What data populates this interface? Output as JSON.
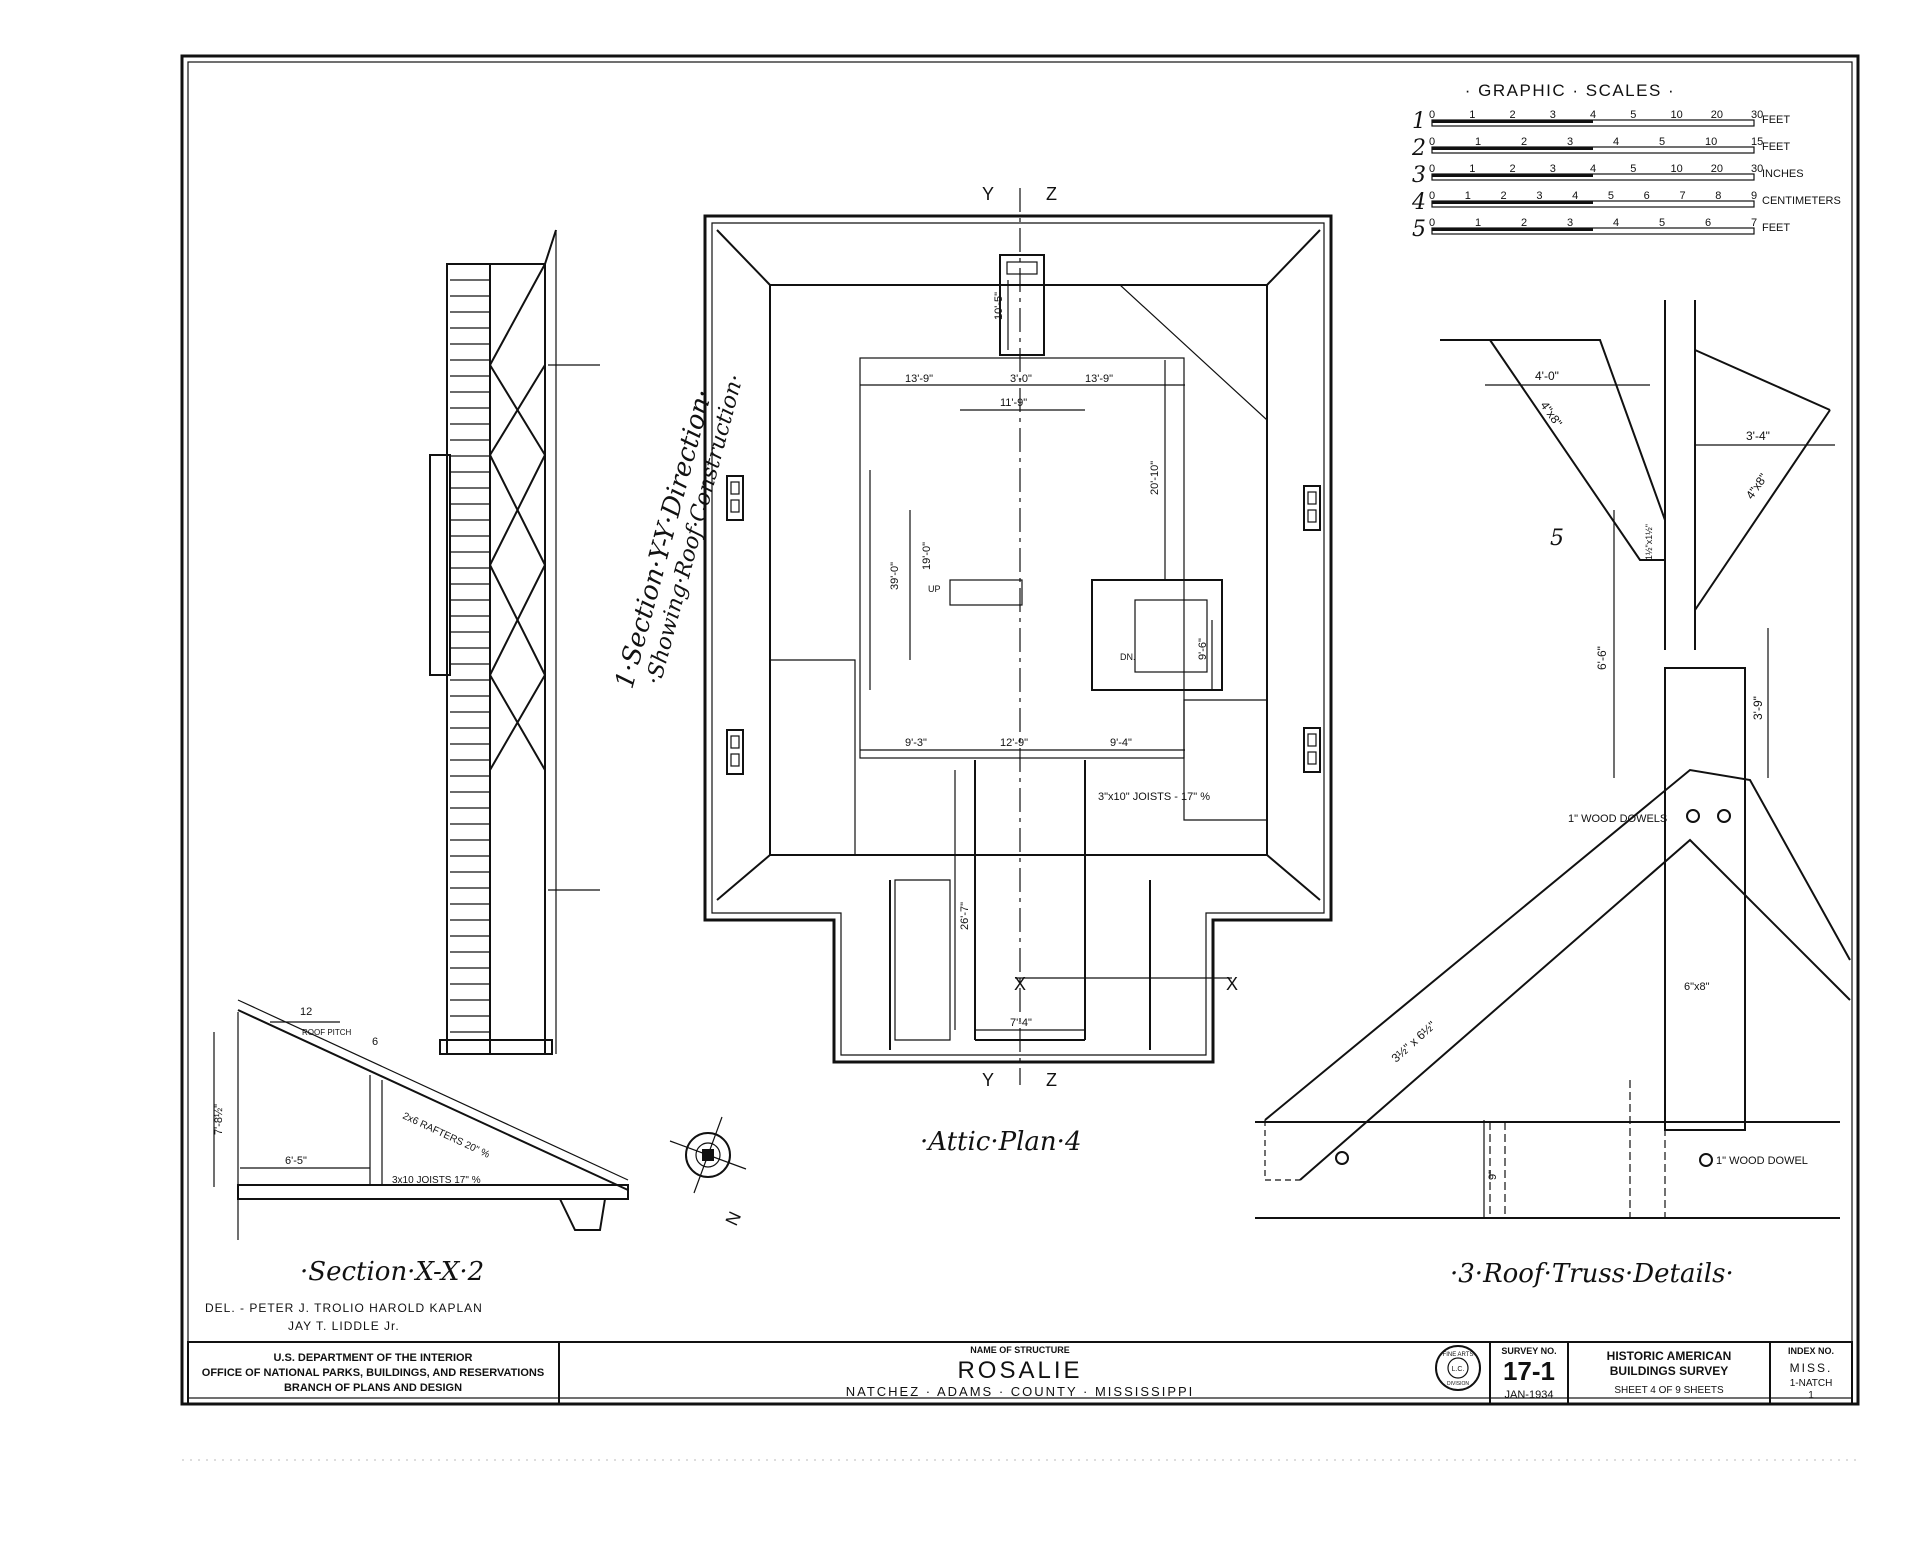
{
  "graphic_scales": {
    "title": "· GRAPHIC · SCALES ·",
    "rows": [
      {
        "num": "1",
        "ticks": [
          "0",
          "1",
          "2",
          "3",
          "4",
          "5",
          "10",
          "20",
          "30"
        ],
        "unit": "FEET"
      },
      {
        "num": "2",
        "ticks": [
          "0",
          "1",
          "2",
          "3",
          "4",
          "5",
          "10",
          "15"
        ],
        "unit": "FEET"
      },
      {
        "num": "3",
        "ticks": [
          "0",
          "1",
          "2",
          "3",
          "4",
          "5",
          "10",
          "20",
          "30"
        ],
        "unit": "INCHES"
      },
      {
        "num": "4",
        "ticks": [
          "0",
          "1",
          "2",
          "3",
          "4",
          "5",
          "6",
          "7",
          "8",
          "9"
        ],
        "unit": "CENTIMETERS"
      },
      {
        "num": "5",
        "ticks": [
          "0",
          "1",
          "2",
          "3",
          "4",
          "5",
          "6",
          "7"
        ],
        "unit": "FEET"
      }
    ]
  },
  "section_yy": {
    "title": "1·Section·Y-Y·Direction·",
    "subtitle": "·Showing·Roof·Construction·"
  },
  "attic_plan": {
    "title": "·Attic·Plan·4",
    "axis_y": "Y",
    "axis_z": "Z",
    "axis_x": "X",
    "labels": {
      "up": "UP",
      "dn": "DN.",
      "joists": "3\"x10\" JOISTS - 17\" %"
    },
    "dimensions": [
      "10'-5\"",
      "13'-9\"",
      "3'-0\"",
      "13'-9\"",
      "11'-9\"",
      "20'-10\"",
      "39'-0\"",
      "19'-0\"",
      "9'-6\"",
      "9'-3\"",
      "12'-9\"",
      "9'-4\"",
      "26'-7\"",
      "7'-4\""
    ]
  },
  "section_xx": {
    "title": "·Section·X-X·2",
    "labels": {
      "pitch_run": "12",
      "pitch_rise": "6",
      "roof_pitch": "ROOF PITCH",
      "height": "7'-8½\"",
      "width": "6'-5\"",
      "rafters": "2x6 RAFTERS 20\" %",
      "joists": "3x10 JOISTS 17\" %"
    }
  },
  "truss_details": {
    "title": "·3·Roof·Truss·Details·",
    "marker": "5",
    "labels": {
      "d1": "4'-0\"",
      "d2": "3'-4\"",
      "m1": "4\"x8\"",
      "m2": "4\"x8\"",
      "m3": "1½\"x1½\"",
      "d3": "6'-6\"",
      "d4": "3'-9\"",
      "dowels1": "1\" WOOD DOWELS",
      "m4": "6\"x8\"",
      "m5": "3½\" x 6½\"",
      "d5": "9\"",
      "dowel2": "1\" WOOD DOWEL"
    }
  },
  "credits": {
    "line1": "DEL. - PETER J. TROLIO   HAROLD KAPLAN",
    "line2": "JAY T. LIDDLE Jr."
  },
  "title_block": {
    "agency_line1": "U.S. DEPARTMENT OF THE INTERIOR",
    "agency_line2": "OFFICE OF NATIONAL PARKS, BUILDINGS, AND RESERVATIONS",
    "agency_line3": "BRANCH OF PLANS AND DESIGN",
    "name_label": "NAME OF STRUCTURE",
    "name": "ROSALIE",
    "location": "NATCHEZ · ADAMS · COUNTY · MISSISSIPPI",
    "survey_label": "SURVEY NO.",
    "survey_no": "17-1",
    "survey_date": "JAN-1934",
    "habs_line1": "HISTORIC AMERICAN",
    "habs_line2": "BUILDINGS SURVEY",
    "sheet_text": "SHEET 4 OF 9 SHEETS",
    "index_label": "INDEX NO.",
    "index_line1": "MISS.",
    "index_line2": "1-NATCH",
    "index_line3": "1",
    "seal_top": "FINE ARTS",
    "seal_mid": "L.C.",
    "seal_bottom": "DIVISION"
  },
  "compass": {
    "north_label": "N"
  }
}
